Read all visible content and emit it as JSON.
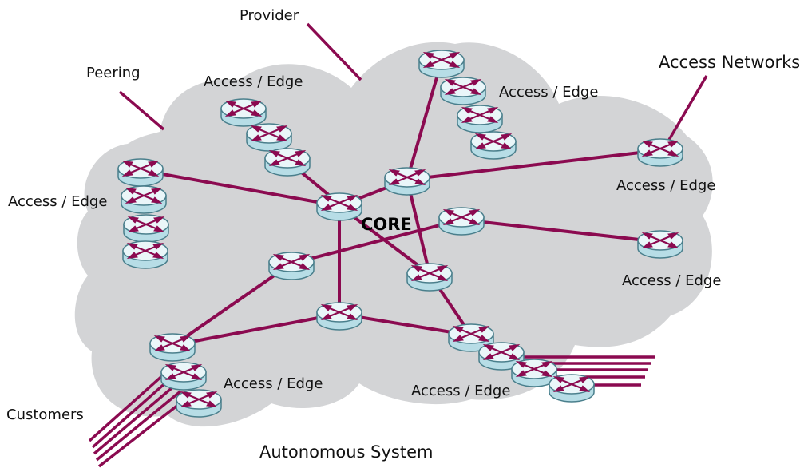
{
  "labels": {
    "provider": "Provider",
    "peering": "Peering",
    "access_networks": "Access Networks",
    "access_edge_top_center": "Access / Edge",
    "access_edge_top_right": "Access / Edge",
    "access_edge_left": "Access / Edge",
    "access_edge_right_upper": "Access / Edge",
    "access_edge_right_lower": "Access / Edge",
    "access_edge_bottom_left": "Access / Edge",
    "access_edge_bottom_center": "Access / Edge",
    "core": "CORE",
    "customers": "Customers",
    "autonomous_system": "Autonomous System"
  },
  "colors": {
    "cloud": "#d3d4d6",
    "link": "#8b0a50",
    "router_top": "#e8f4f7",
    "router_body": "#b7dde6",
    "router_edge": "#4a7f8c",
    "arrow": "#8b0a50"
  }
}
